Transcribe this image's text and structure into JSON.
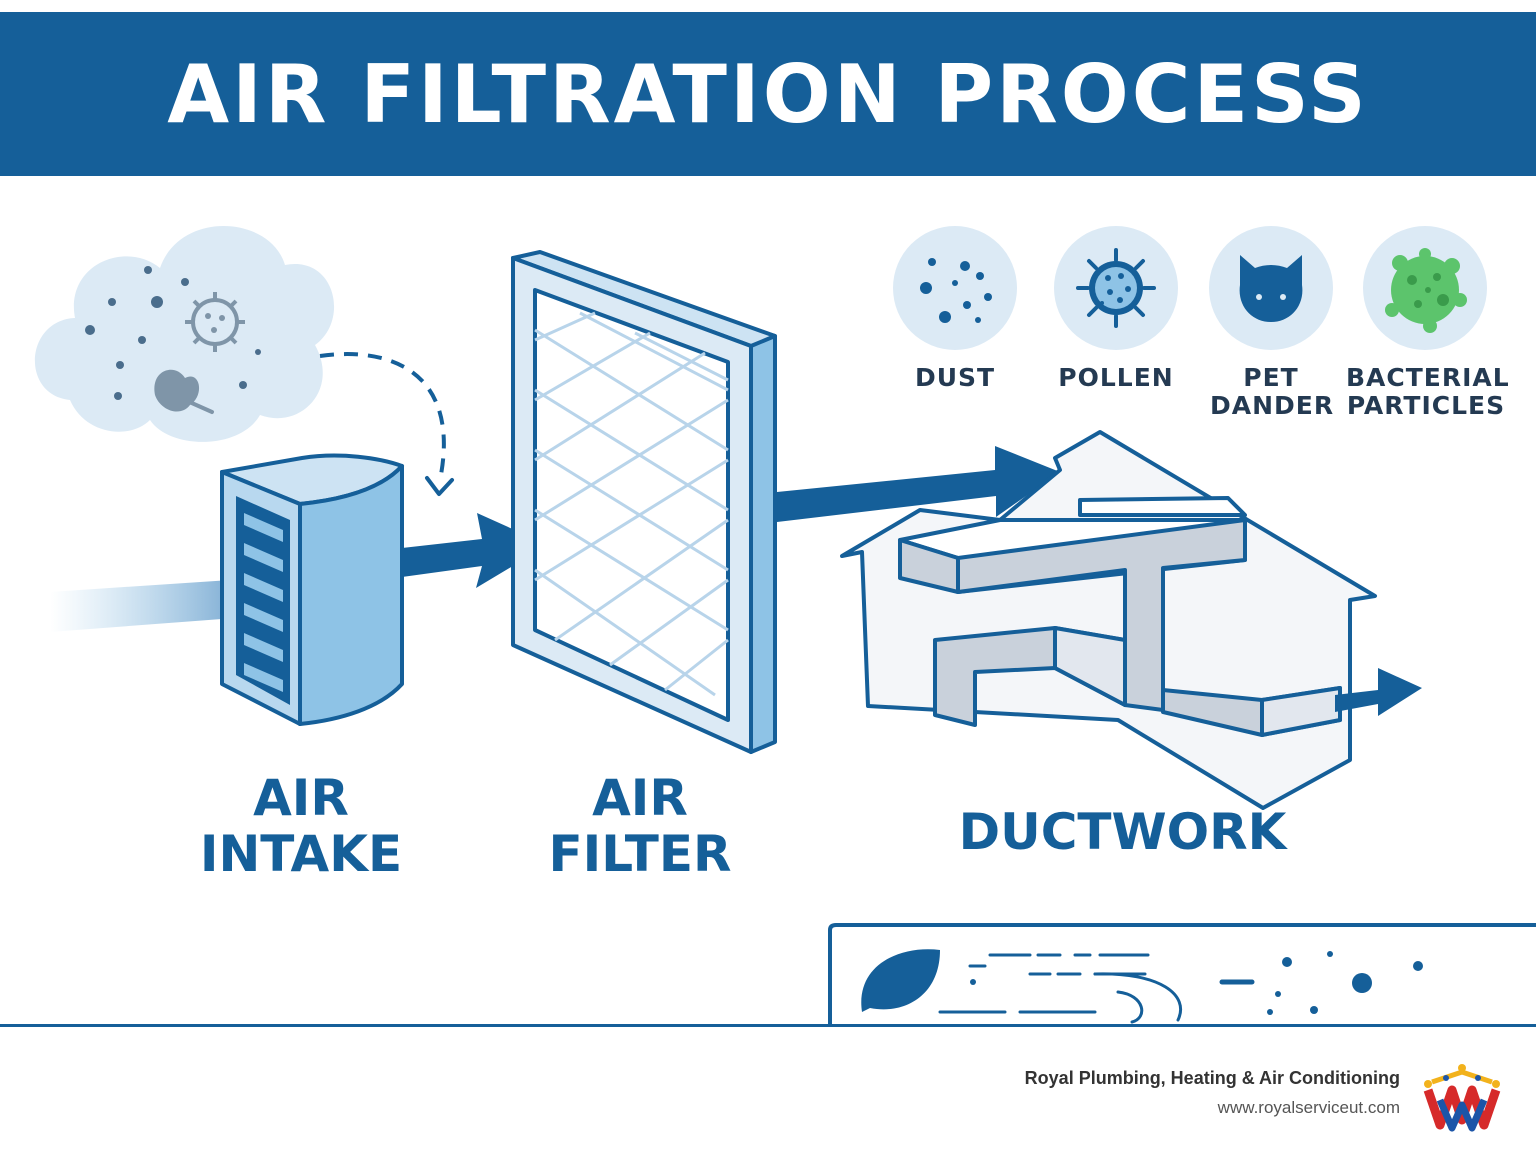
{
  "header": {
    "title": "AIR FILTRATION PROCESS"
  },
  "stages": {
    "intake": "AIR INTAKE",
    "filter": "AIR FILTER",
    "ductwork": "DUCTWORK"
  },
  "particles": [
    {
      "label": "DUST",
      "icon": "dust-icon"
    },
    {
      "label": "POLLEN",
      "icon": "pollen-icon"
    },
    {
      "label": "PET DANDER",
      "icon": "cat-face-icon"
    },
    {
      "label": "BACTERIAL PARTICLES",
      "icon": "bacteria-icon"
    }
  ],
  "footer": {
    "company": "Royal Plumbing, Heating & Air Conditioning",
    "url": "www.royalserviceut.com"
  },
  "colors": {
    "brand_blue": "#155f99",
    "light_blue": "#8ec3e6",
    "pale_blue": "#dceaf5",
    "duct_gray": "#c9d1db",
    "bacteria_green": "#5cc46c"
  }
}
